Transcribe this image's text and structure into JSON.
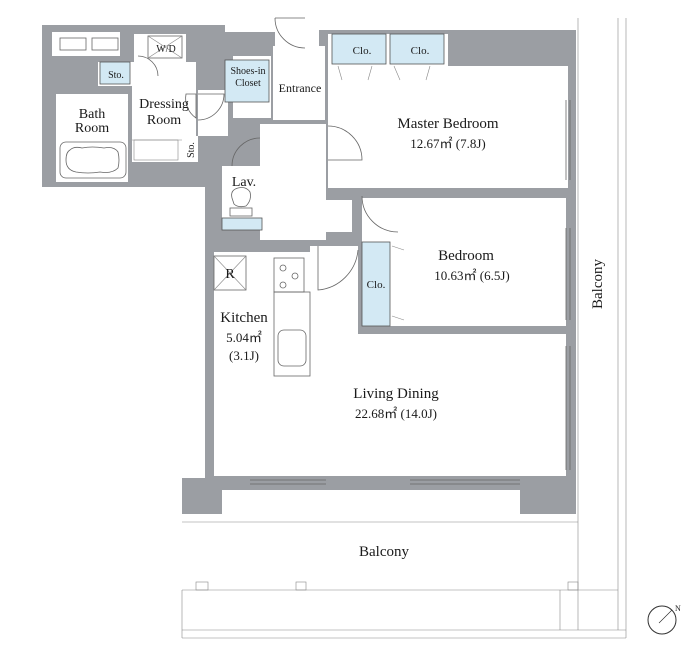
{
  "rooms": {
    "wd": "W/D",
    "sto_top": "Sto.",
    "bath": [
      "Bath",
      "Room"
    ],
    "dressing": [
      "Dressing",
      "Room"
    ],
    "sto_side": "Sto.",
    "shoes": [
      "Shoes-in",
      "Closet"
    ],
    "entrance": "Entrance",
    "clo_1": "Clo.",
    "clo_2": "Clo.",
    "master_bedroom": {
      "name": "Master Bedroom",
      "area": "12.67㎡ (7.8J)"
    },
    "lav": "Lav.",
    "bedroom": {
      "name": "Bedroom",
      "area": "10.63㎡ (6.5J)"
    },
    "clo_3": "Clo.",
    "fridge": "R",
    "kitchen": {
      "name": "Kitchen",
      "area": "5.04㎡",
      "area_j": "(3.1J)"
    },
    "living": {
      "name": "Living Dining",
      "area": "22.68㎡ (14.0J)"
    },
    "balcony_bottom": "Balcony",
    "balcony_right": "Balcony"
  },
  "compass": {
    "label": "N"
  }
}
